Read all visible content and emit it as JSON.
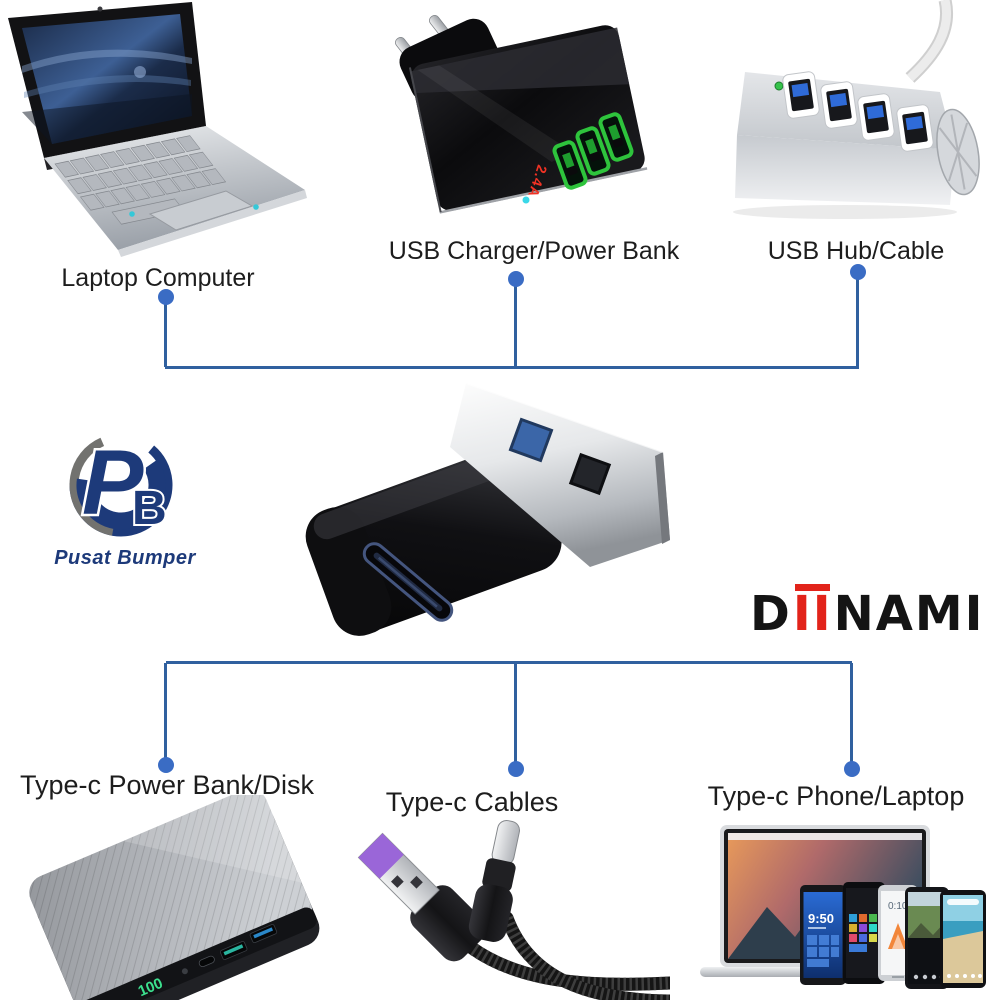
{
  "top_labels": [
    "Laptop Computer",
    "USB Charger/Power Bank",
    "USB Hub/Cable"
  ],
  "bottom_labels": [
    "Type-c Power Bank/Disk",
    "Type-c Cables",
    "Type-c Phone/Laptop"
  ],
  "logo": {
    "monogram_p": "P",
    "monogram_b": "B",
    "name": "Pusat Bumper"
  },
  "wordmark": {
    "d": "D",
    "ii": "II",
    "nami": "NAMI"
  },
  "displays": {
    "charger": "2.4A",
    "power_bank": "100",
    "phone_time_lumia": "9:50",
    "phone_time_htc": "0:10"
  },
  "colors": {
    "connector_line": "#30609f",
    "connector_dot": "#3a6cc4",
    "wordmark_red": "#e2231a",
    "wordmark_black": "#141414",
    "logo_navy": "#1d3a7a",
    "logo_gray": "#72726f",
    "label_text": "#1d1d1d"
  }
}
